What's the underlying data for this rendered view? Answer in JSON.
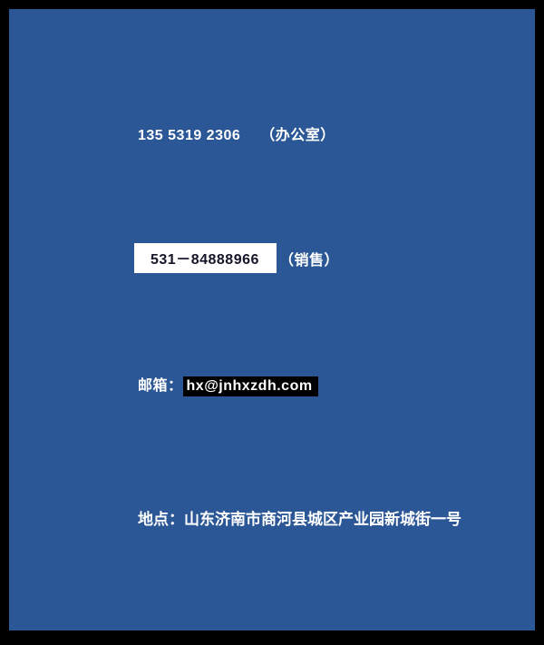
{
  "page": {
    "frame_color": "#000000",
    "slide_background": "#2B5797",
    "text_color": "#FFFFFF"
  },
  "contact": {
    "office_phone": "135 5319 2306",
    "office_label": "（办公室）",
    "sales_phone": "531－84888966",
    "sales_label": "（销售）",
    "email_prefix": "邮箱：",
    "email": "hx@jnhxzdh.com",
    "address": "地点：山东济南市商河县城区产业园新城街一号"
  },
  "colors": {
    "sales_phone_highlight": "#FFFFFF",
    "sales_phone_text": "#15152a",
    "email_highlight": "#000000"
  }
}
